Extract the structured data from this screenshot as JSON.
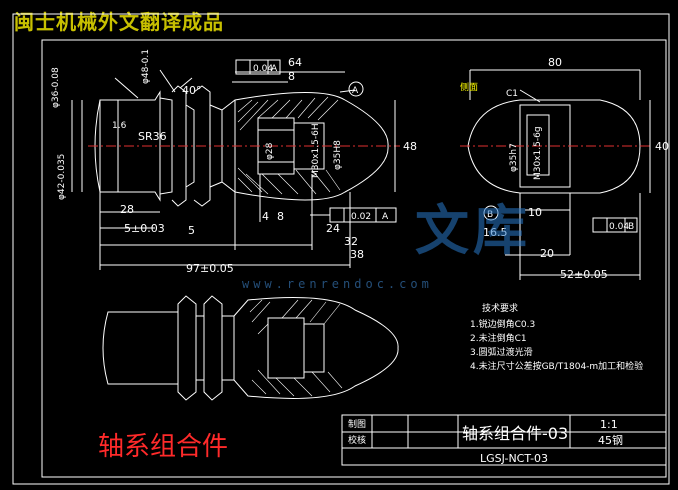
{
  "header": {
    "title": "闽士机械外文翻译成品"
  },
  "caption": "轴系组合件",
  "watermark": {
    "logo_text": "文库",
    "url": "www.renrendoc.com"
  },
  "dimensions": {
    "left_view": {
      "d36": "φ36-0.08",
      "d48": "φ48-0.1",
      "d42": "φ42-0.035",
      "angle40": "40°",
      "sr36": "SR36",
      "len28": "28",
      "len5": "5±0.03",
      "len5b": "5",
      "len4": "4",
      "len8b": "8",
      "len24": "24",
      "len32": "32",
      "len38": "38",
      "len97": "97±0.05",
      "len8": "8",
      "len64": "64",
      "d48b": "48",
      "m30": "M30x1.5-6H",
      "d35h8": "φ35H8",
      "d28": "φ28",
      "tol1": "0.04",
      "tol2": "0.02",
      "datumA": "A",
      "roughness": "1.6"
    },
    "right_view": {
      "len80": "80",
      "c1": "C1",
      "d35h7": "φ35h7",
      "m30g": "M30x1.5-6g",
      "d40": "40",
      "len10": "10",
      "r165": "16.5",
      "len20": "20",
      "len52": "52±0.05",
      "tol3": "0.04",
      "datumB": "B",
      "label_ce": "侧面"
    }
  },
  "notes": {
    "title": "技术要求",
    "items": [
      "1.锐边倒角C0.3",
      "2.未注倒角C1",
      "3.圆弧过渡光滑",
      "4.未注尺寸公差按GB/T1804-m加工和检验"
    ]
  },
  "title_block": {
    "row1_left": "制图",
    "row2_left": "校核",
    "part_name": "轴系组合件-03",
    "scale": "1:1",
    "material": "45钢",
    "drawing_no": "LGSJ-NCT-03"
  }
}
